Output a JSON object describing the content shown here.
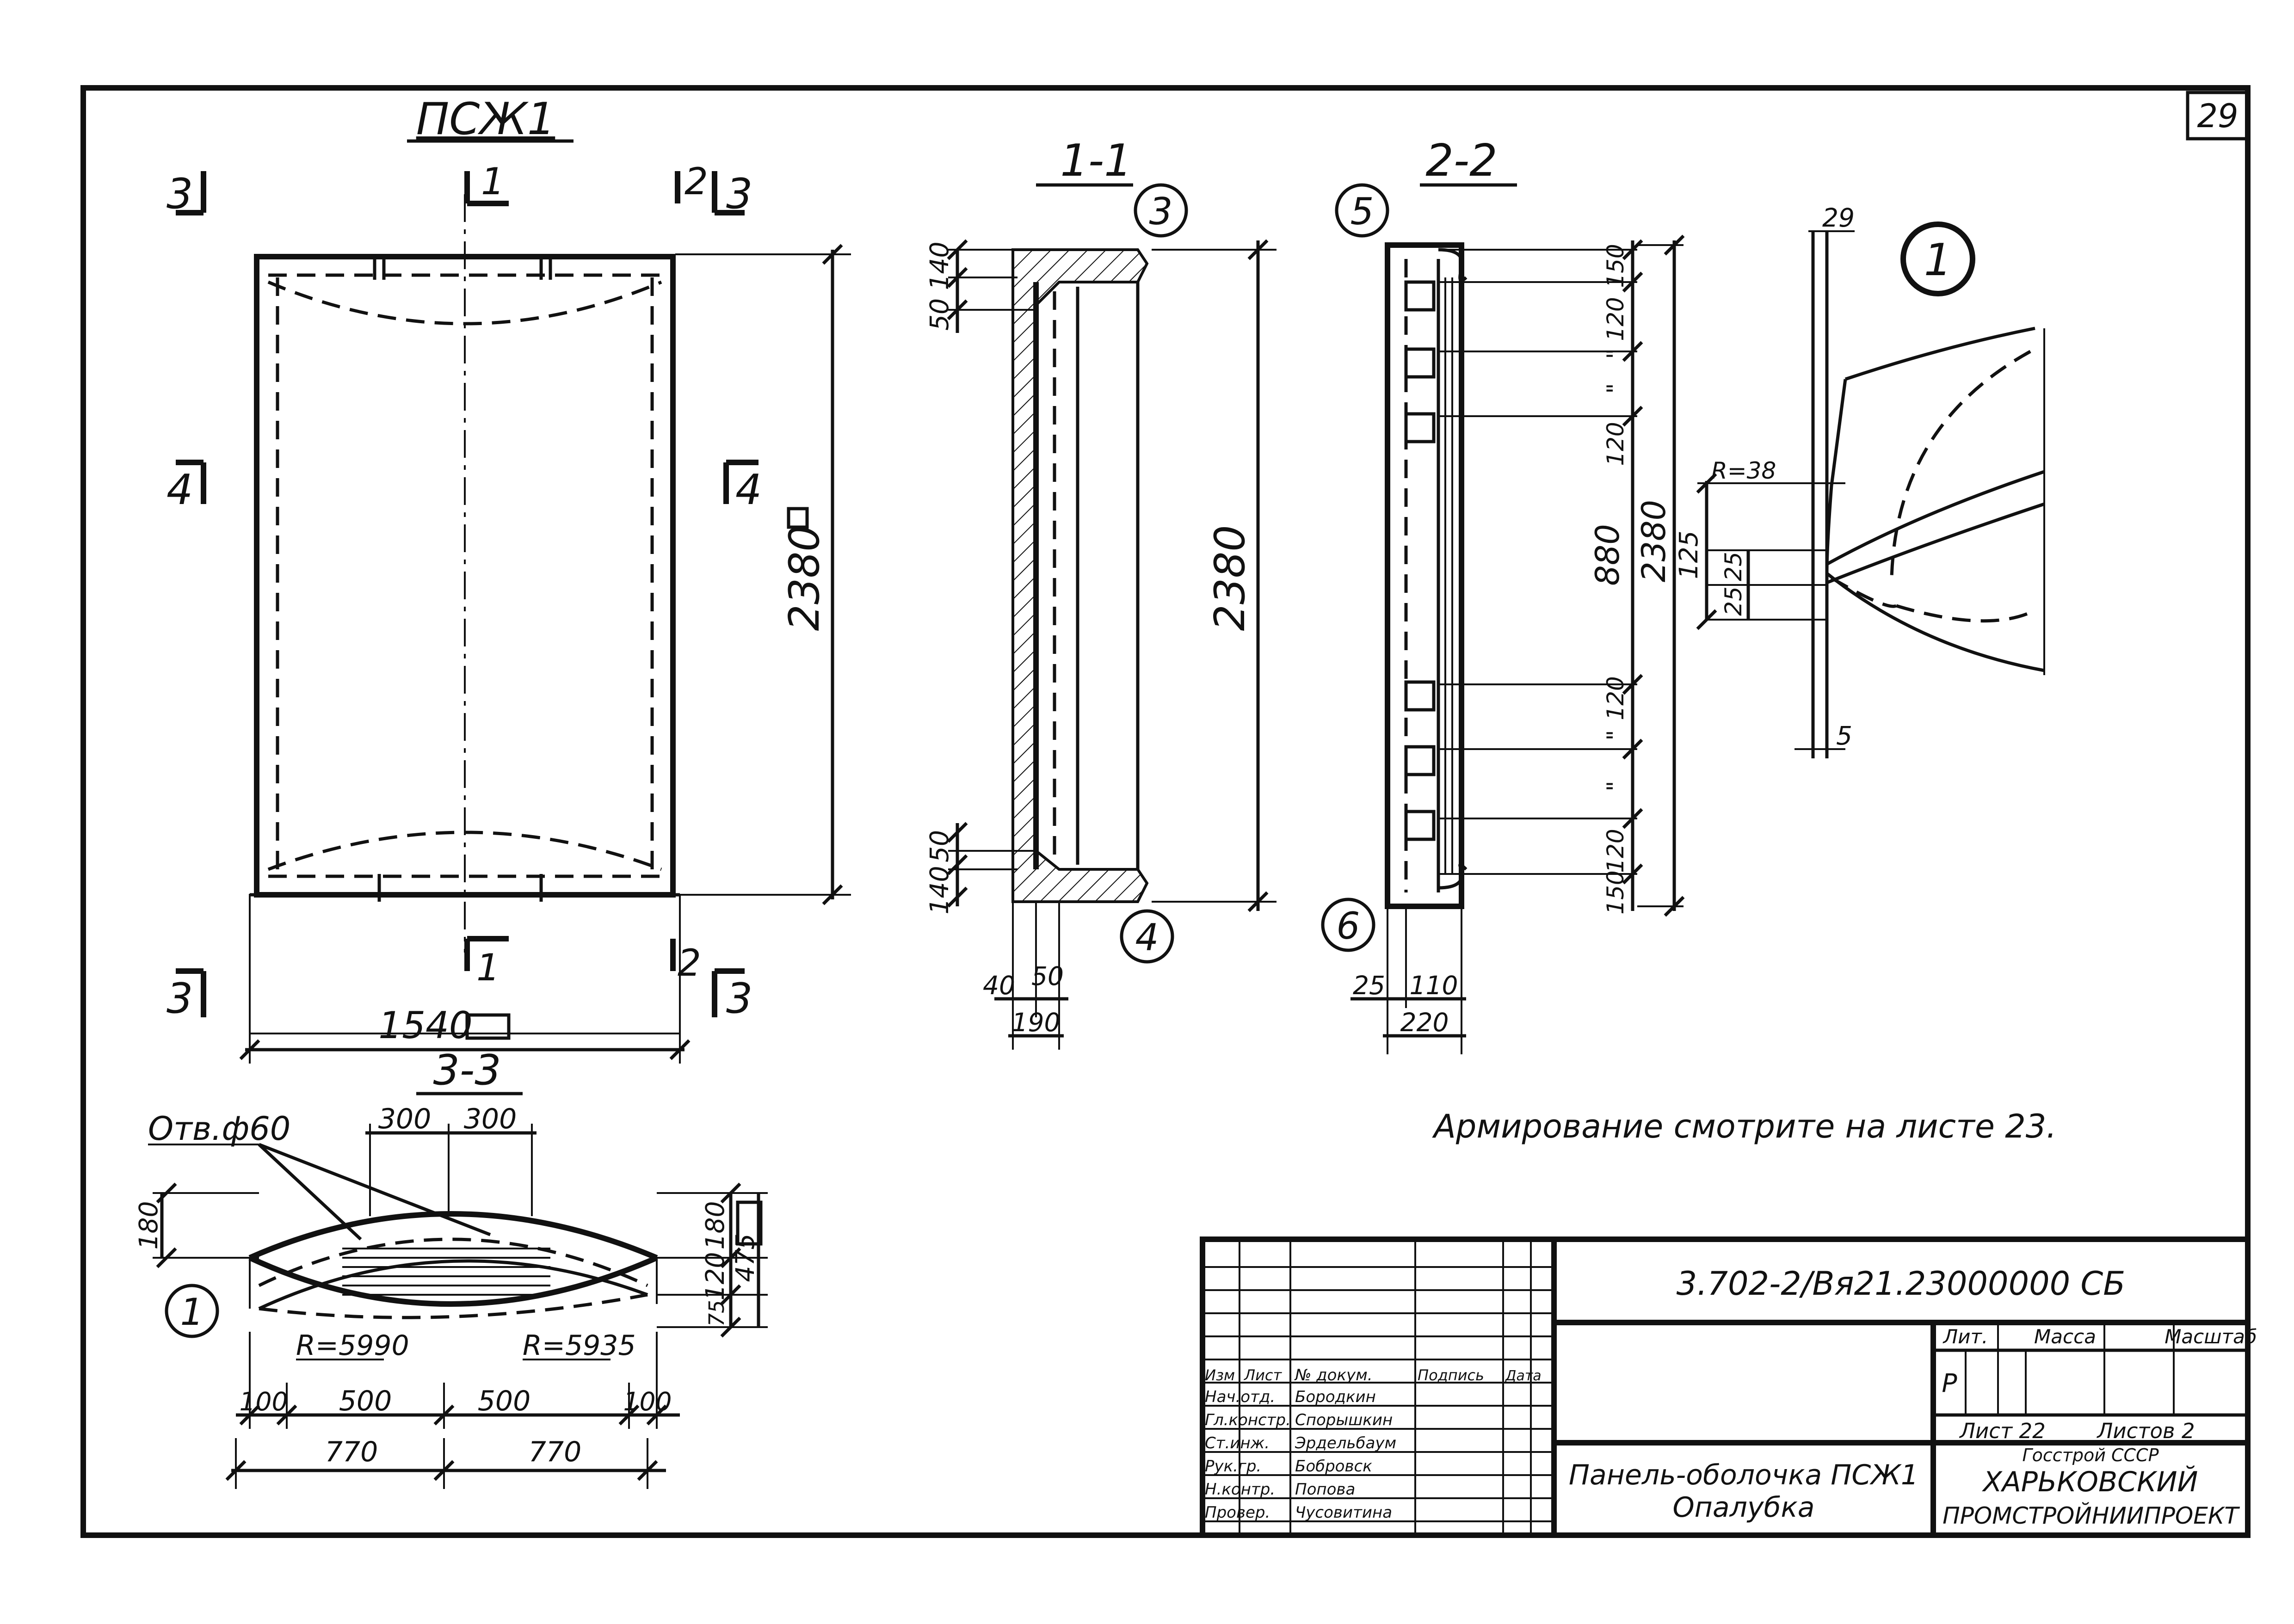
{
  "sheet_number": "29",
  "panel_view": {
    "title": "ПСЖ1",
    "section_marks": {
      "s1_top": "1",
      "s1_bottom": "1",
      "s2_top": "2",
      "s2_bottom": "2",
      "s3": "3",
      "s4": "4"
    },
    "dim_height": "2380",
    "dim_width": "1540"
  },
  "section_1_1": {
    "title": "1-1",
    "callout_top": "3",
    "callout_bottom": "4",
    "dims": {
      "top_140": "140",
      "top_50": "50",
      "height": "2380",
      "bottom_50": "50",
      "bottom_140": "140",
      "b40": "40",
      "b50": "50",
      "b190": "190"
    }
  },
  "section_2_2": {
    "title": "2-2",
    "callout_top": "5",
    "callout_bottom": "6",
    "dims": {
      "d150a": "150",
      "d120a": "120",
      "dq1": "\"",
      "dq2": "\"",
      "d120b": "120",
      "d880": "880",
      "d2380": "2380",
      "d120c": "120",
      "dq3": "\"",
      "dq4": "\"",
      "d120d": "120",
      "d150b": "150",
      "b25": "25",
      "b110": "110",
      "b220": "220"
    }
  },
  "detail_1": {
    "callout": "1",
    "dim_29": "29",
    "radius": "R=38",
    "dim_125": "125",
    "dim_25a": "25",
    "dim_25b": "25",
    "dim_5": "5"
  },
  "section_3_3": {
    "title": "3-3",
    "hole_label": "Отв.ф60",
    "callout": "1",
    "dim_300a": "300",
    "dim_300b": "300",
    "dim_180l": "180",
    "dim_180r": "180",
    "dim_120": "120",
    "dim_75": "75",
    "dim_475": "475",
    "r_left": "R=5990",
    "r_right": "R=5935",
    "dim_100a": "100",
    "dim_500a": "500",
    "dim_500b": "500",
    "dim_100b": "100",
    "dim_770a": "770",
    "dim_770b": "770"
  },
  "note": "Армирование смотрите на листе 23.",
  "title_block": {
    "doc_code": "3.702-2/Вя21.23000000 СБ",
    "head": {
      "izm": "Изм",
      "list": "Лист",
      "ndoc": "№ докум.",
      "podp": "Подпись",
      "data": "Дата"
    },
    "rows": [
      {
        "role": "Нач.отд.",
        "name": "Бородкин"
      },
      {
        "role": "Гл.констр.",
        "name": "Спорышкин"
      },
      {
        "role": "Ст.инж.",
        "name": "Эрдельбаум"
      },
      {
        "role": "Рук.гр.",
        "name": "Бобровск"
      },
      {
        "role": "Н.контр.",
        "name": "Попова"
      },
      {
        "role": "Провер.",
        "name": "Чусовитина"
      }
    ],
    "product_name_1": "Панель-оболочка ПСЖ1",
    "product_name_2": "Опалубка",
    "lit_label": "Лит.",
    "mass_label": "Масса",
    "scale_label": "Масштаб",
    "lit_value": "Р",
    "sheet_label": "Лист 22",
    "sheets_label": "Листов 2",
    "org_1": "Госстрой СССР",
    "org_2": "ХАРЬКОВСКИЙ",
    "org_3": "ПРОМСТРОЙНИИПРОЕКТ"
  }
}
